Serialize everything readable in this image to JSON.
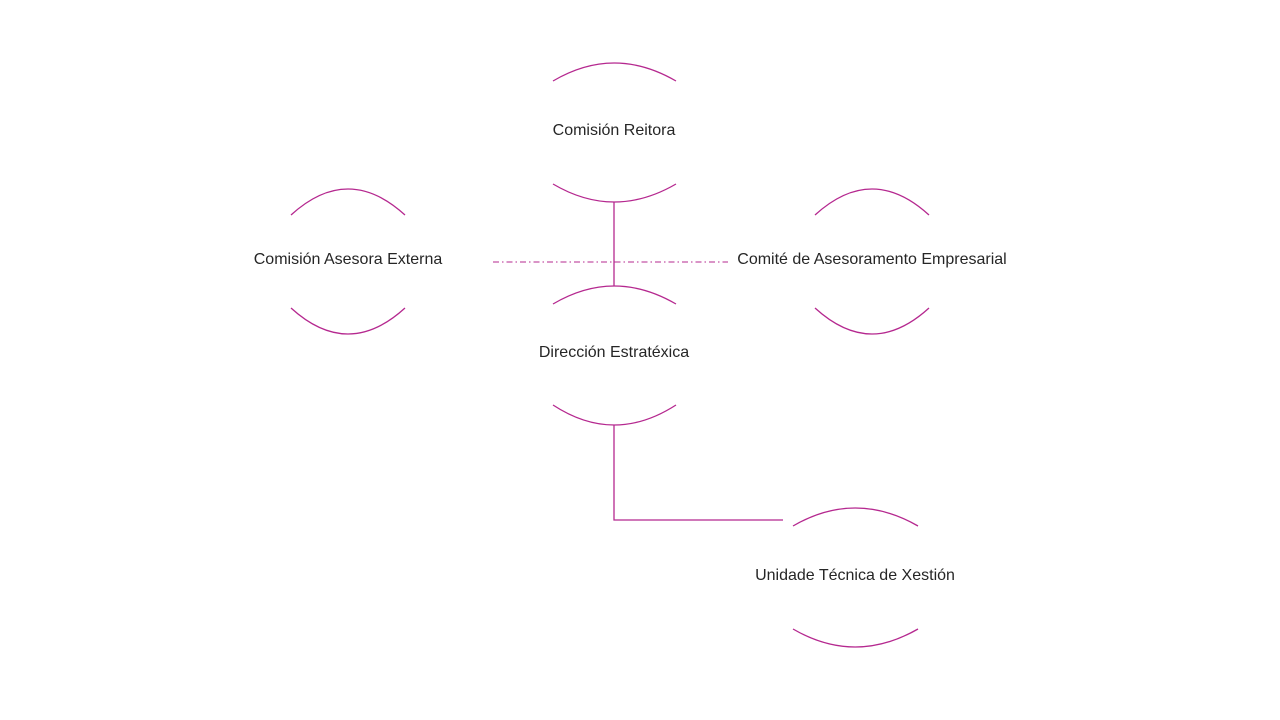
{
  "colors": {
    "accent": "#b5288f",
    "text": "#262626"
  },
  "nodes": {
    "reitora": "Comisión Reitora",
    "asesora": "Comisión Asesora Externa",
    "comite": "Comité de Asesoramento Empresarial",
    "direccion": "Dirección Estratéxica",
    "unidade": "Unidade Técnica de Xestión"
  }
}
